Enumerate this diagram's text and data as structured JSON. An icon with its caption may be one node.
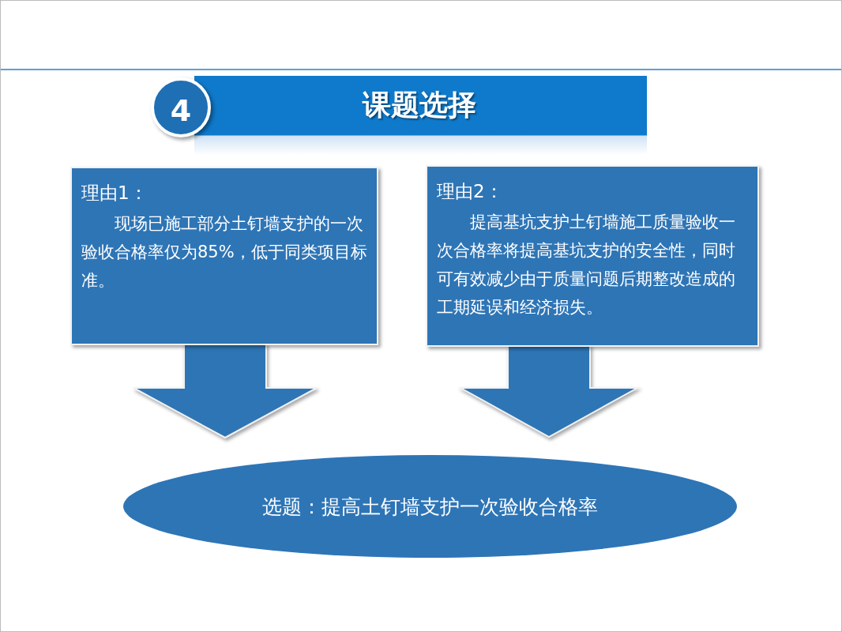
{
  "diagram": {
    "title": "课题选择",
    "nodes": [
      {
        "text": [
          "理由1：",
          "现场已施工部分土钉墙支护的一次验收合格率仅为85%，低于同类项目标准。"
        ]
      },
      {
        "text": [
          "理由2：",
          "提高基坑支护土钉墙施工质量验收一次合格率将提高基坑支护的安全性，同时可有效减少由于质量问题后期整改造成的工期延误和经济损失。"
        ]
      },
      {
        "text": [
          "选题：提高土钉墙支护一次验收合格率"
        ]
      }
    ],
    "edges": [
      {
        "from": 0,
        "to": 2,
        "arrow": "to"
      },
      {
        "from": 1,
        "to": 2,
        "arrow": "to"
      }
    ],
    "labels": [
      "4"
    ]
  }
}
